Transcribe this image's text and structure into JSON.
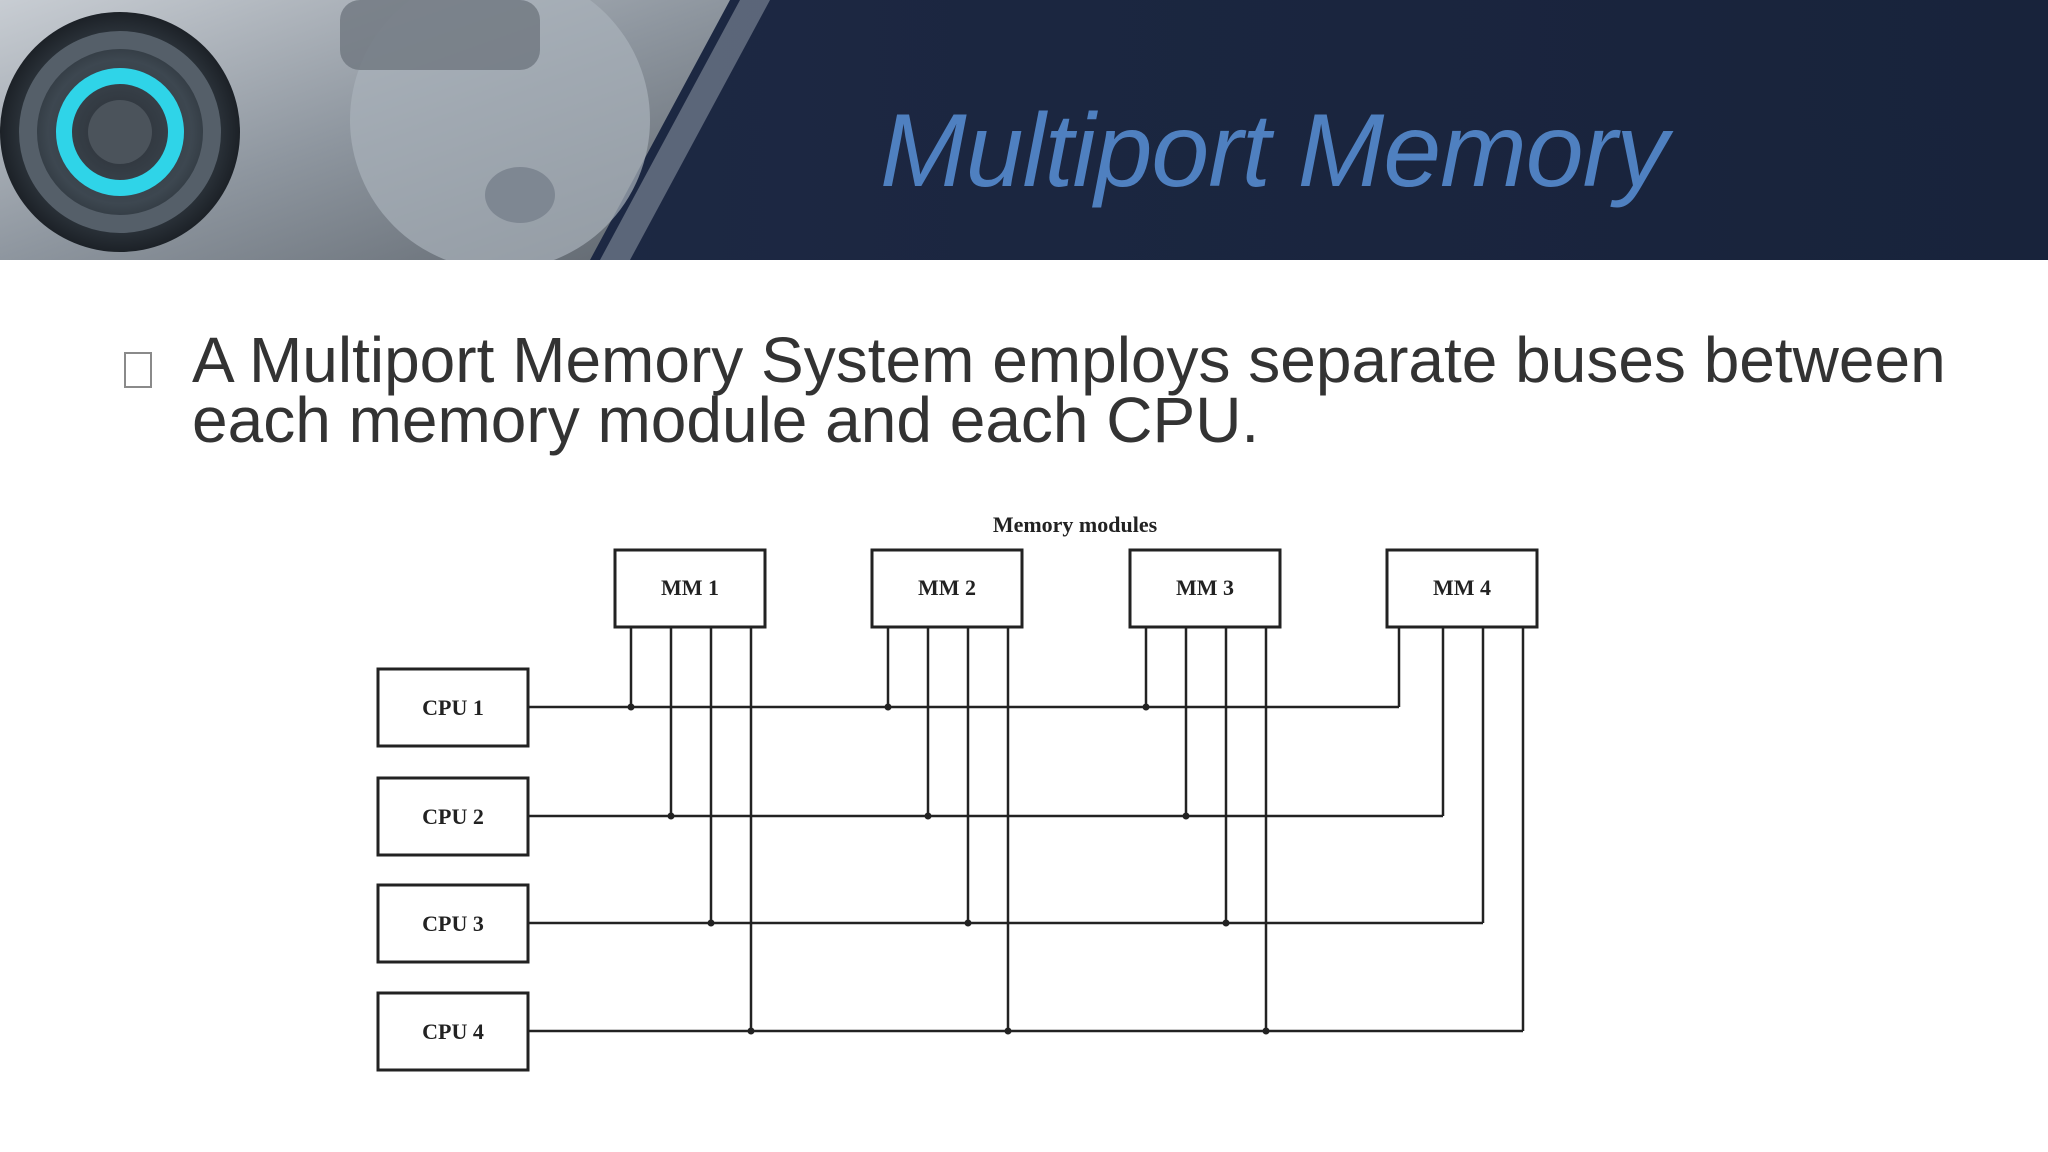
{
  "slide": {
    "title": "Multiport Memory",
    "bullet": "A Multiport Memory System employs separate buses between each memory module and each CPU."
  },
  "diagram": {
    "caption": "Memory modules",
    "memory_modules": [
      "MM 1",
      "MM 2",
      "MM 3",
      "MM 4"
    ],
    "cpus": [
      "CPU 1",
      "CPU 2",
      "CPU 3",
      "CPU 4"
    ]
  },
  "colors": {
    "header_bg": "#1f2b47",
    "title": "#4f80c0",
    "text": "#333333",
    "line": "#222222"
  },
  "icons": [
    "robot-eye-icon",
    "bullet-box-icon"
  ]
}
